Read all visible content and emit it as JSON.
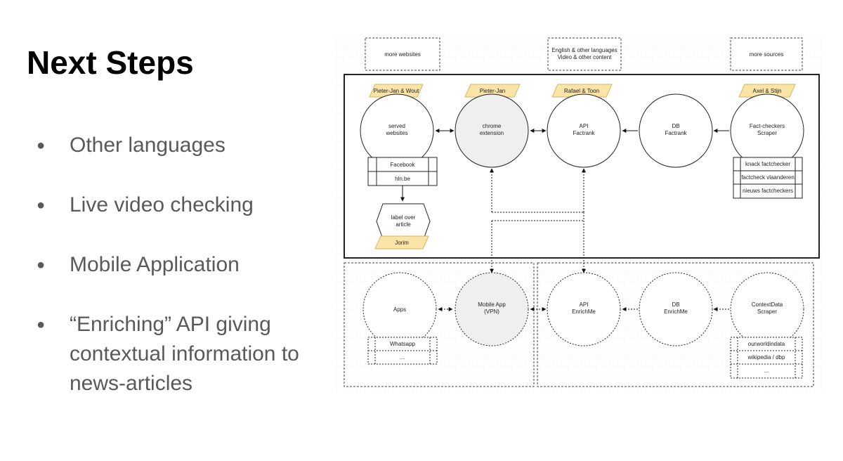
{
  "slide": {
    "title": "Next Steps",
    "bullets": [
      "Other languages",
      "Live video checking",
      "Mobile Application",
      "“Enriching” API giving contextual information to news-articles"
    ]
  },
  "diagram": {
    "top_boxes": [
      "more websites",
      "English & other languages\nVideo & other content",
      "more sources"
    ],
    "owners": {
      "served_websites": "Pieter-Jan & Wout",
      "chrome_extension": "Pieter-Jan",
      "api_factrank": "Rafael & Toon",
      "scraper": "Axel & Stijn",
      "label_article": "Jorim"
    },
    "nodes": {
      "served_websites": "served\nwebsites",
      "chrome_extension": "chrome\nextension",
      "api_factrank": "API\nFactrank",
      "db_factrank": "DB\nFactrank",
      "factcheckers_scraper": "Fact-checkers\nScraper",
      "label_article": "label over\narticle",
      "apps": "Apps",
      "mobile_app": "Mobile App\n(VPN)",
      "api_enrichme": "API\nEnrichMe",
      "db_enrichme": "DB\nEnrichMe",
      "contextdata_scraper": "ContextData\nScraper"
    },
    "website_items": [
      "Facebook",
      "hln.be"
    ],
    "factchecker_items": [
      "knack factchecker",
      "factcheck vlaanderen",
      "nieuws factcheckers"
    ],
    "app_items": [
      "Whatsapp",
      "..."
    ],
    "context_items": [
      "ourworldindata",
      "wikipedia / dbp",
      "..."
    ],
    "colors": {
      "owner_tag": "#fbe4a8",
      "owner_border": "#d6b656",
      "shaded_node": "#efefef",
      "grid": "#eeeeee"
    }
  }
}
